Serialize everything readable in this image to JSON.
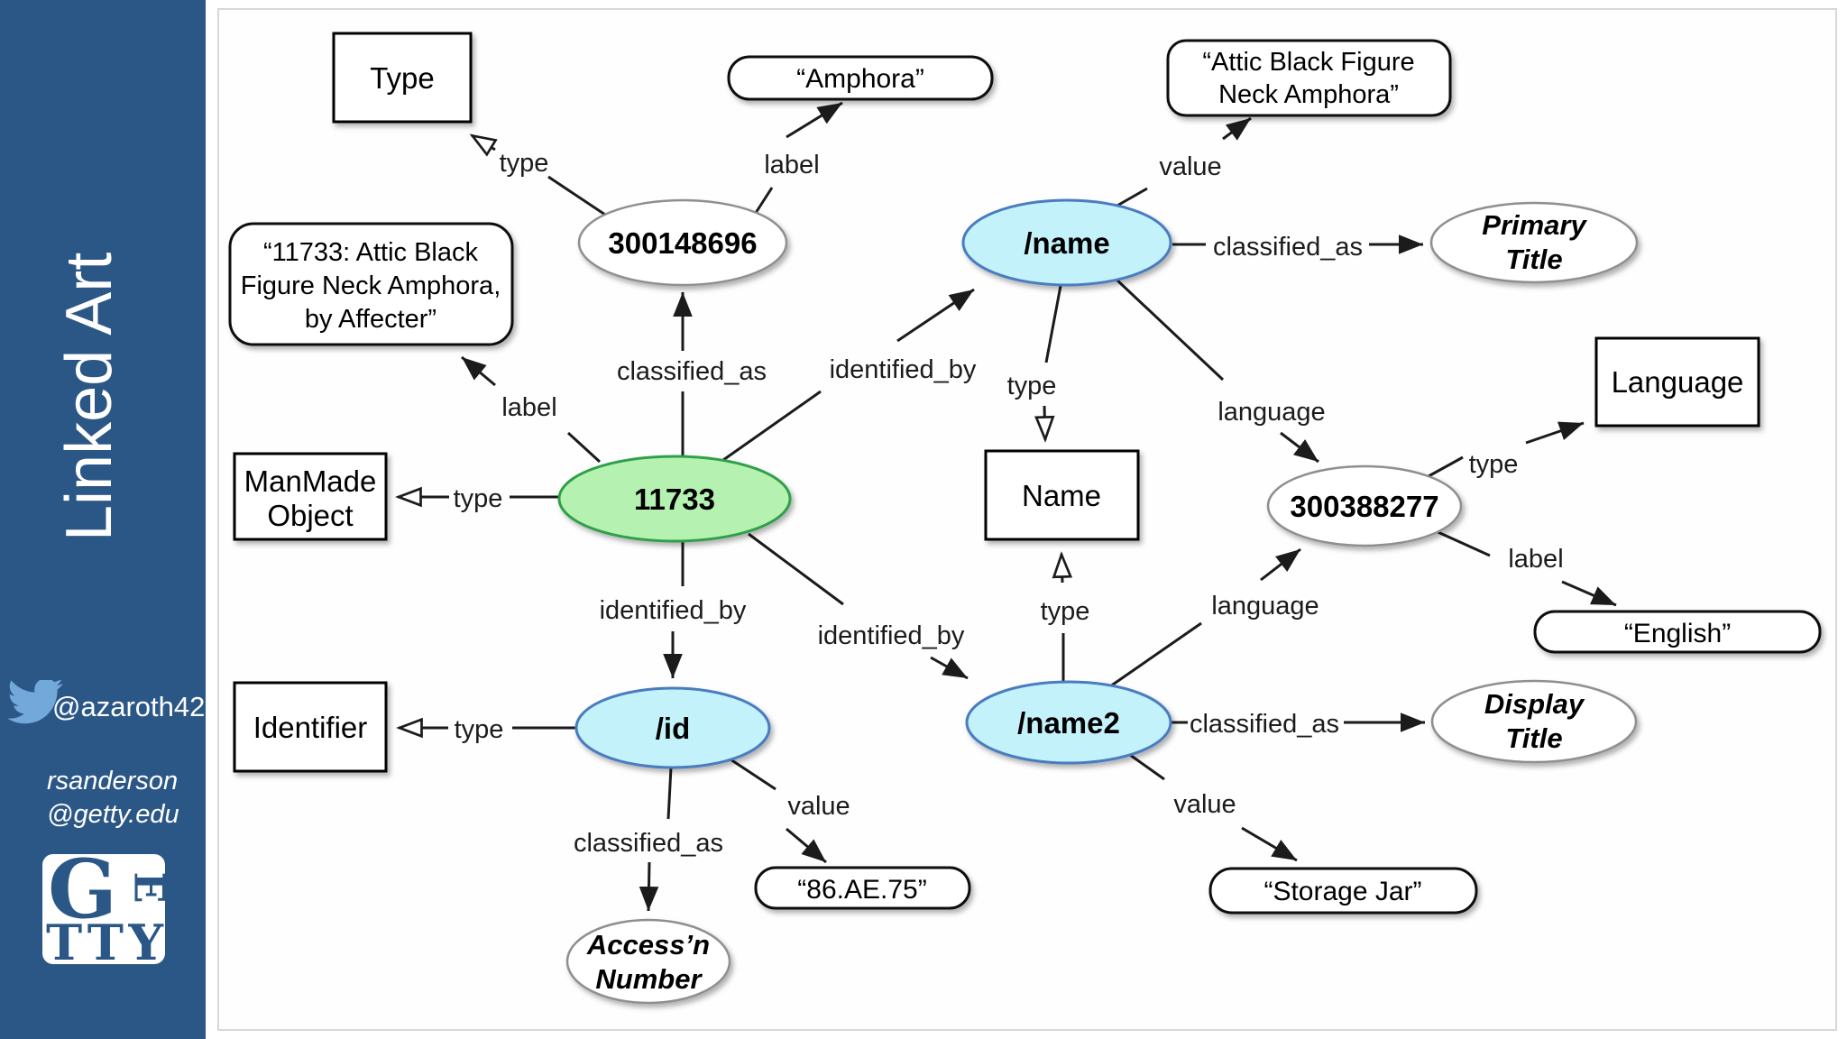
{
  "sidebar": {
    "title": "Linked Art",
    "twitter": {
      "handle": "@azaroth42",
      "icon": "twitter-bird"
    },
    "contact_line1": "rsanderson",
    "contact_line2": "@getty.edu",
    "logo": {
      "g": "G",
      "e": "E",
      "t1": "T",
      "t2": "T",
      "y": "Y"
    }
  },
  "colors": {
    "sidebar_bg": "#2b5787",
    "twitter_blue": "#72a9da",
    "instance_fill": "#b5f1b0",
    "instance_stroke": "#2fa04a",
    "blank_node_fill": "#c4f2fb",
    "blank_node_stroke": "#4a7cc0",
    "vocab_fill": "#ffffff",
    "vocab_stroke": "#8f8f8f"
  },
  "diagram": {
    "nodes": {
      "type_class": {
        "label": "Type"
      },
      "manmade_object": {
        "line1": "ManMade",
        "line2": "Object"
      },
      "identifier_class": {
        "label": "Identifier"
      },
      "name_class": {
        "label": "Name"
      },
      "language_class": {
        "label": "Language"
      },
      "object_11733": {
        "label": "11733"
      },
      "aat_300148696": {
        "label": "300148696"
      },
      "aat_300388277": {
        "label": "300388277"
      },
      "name_node": {
        "label": "/name"
      },
      "name2_node": {
        "label": "/name2"
      },
      "id_node": {
        "label": "/id"
      },
      "primary_title": {
        "line1": "Primary",
        "line2": "Title"
      },
      "display_title": {
        "line1": "Display",
        "line2": "Title"
      },
      "accession_number": {
        "line1": "Access’n",
        "line2": "Number"
      },
      "lit_amphora": {
        "label": "“Amphora”"
      },
      "lit_attic": {
        "line1": "“Attic Black Figure",
        "line2": "Neck Amphora”"
      },
      "lit_object_label": {
        "line1": "“11733: Attic Black",
        "line2": "Figure Neck Amphora,",
        "line3": "by Affecter”"
      },
      "lit_english": {
        "label": "“English”"
      },
      "lit_accno": {
        "label": "“86.AE.75”"
      },
      "lit_storage": {
        "label": "“Storage Jar”"
      }
    },
    "edges": [
      {
        "from": "aat_300148696",
        "to": "type_class",
        "label": "type",
        "arrow": "hollow"
      },
      {
        "from": "aat_300148696",
        "to": "lit_amphora",
        "label": "label",
        "arrow": "solid"
      },
      {
        "from": "name_node",
        "to": "lit_attic",
        "label": "value",
        "arrow": "solid"
      },
      {
        "from": "name_node",
        "to": "primary_title",
        "label": "classified_as",
        "arrow": "solid"
      },
      {
        "from": "object_11733",
        "to": "lit_object_label",
        "label": "label",
        "arrow": "solid"
      },
      {
        "from": "object_11733",
        "to": "manmade_object",
        "label": "type",
        "arrow": "hollow"
      },
      {
        "from": "object_11733",
        "to": "aat_300148696",
        "label": "classified_as",
        "arrow": "solid"
      },
      {
        "from": "object_11733",
        "to": "name_node",
        "label": "identified_by",
        "arrow": "solid"
      },
      {
        "from": "name_node",
        "to": "name_class",
        "label": "type",
        "arrow": "hollow"
      },
      {
        "from": "name_node",
        "to": "aat_300388277",
        "label": "language",
        "arrow": "solid"
      },
      {
        "from": "aat_300388277",
        "to": "language_class",
        "label": "type",
        "arrow": "solid"
      },
      {
        "from": "aat_300388277",
        "to": "lit_english",
        "label": "label",
        "arrow": "solid"
      },
      {
        "from": "name2_node",
        "to": "name_class",
        "label": "type",
        "arrow": "hollow"
      },
      {
        "from": "object_11733",
        "to": "id_node",
        "label": "identified_by",
        "arrow": "solid"
      },
      {
        "from": "object_11733",
        "to": "name2_node",
        "label": "identified_by",
        "arrow": "solid"
      },
      {
        "from": "id_node",
        "to": "identifier_class",
        "label": "type",
        "arrow": "hollow"
      },
      {
        "from": "id_node",
        "to": "accession_number",
        "label": "classified_as",
        "arrow": "solid"
      },
      {
        "from": "id_node",
        "to": "lit_accno",
        "label": "value",
        "arrow": "solid"
      },
      {
        "from": "name2_node",
        "to": "aat_300388277",
        "label": "language",
        "arrow": "solid"
      },
      {
        "from": "name2_node",
        "to": "display_title",
        "label": "classified_as",
        "arrow": "solid"
      },
      {
        "from": "name2_node",
        "to": "lit_storage",
        "label": "value",
        "arrow": "solid"
      }
    ]
  }
}
